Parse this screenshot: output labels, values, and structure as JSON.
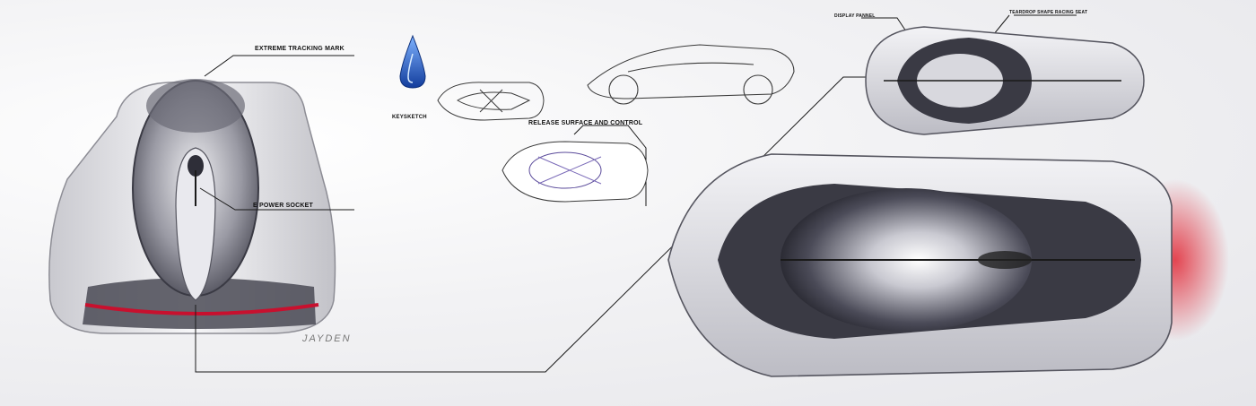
{
  "callouts": {
    "extreme_tracking_mark": "EXTREME TRACKING MARK",
    "e_power_socket": "E POWER SOCKET",
    "keysketch": "KEYSKETCH",
    "release_surface": "RELEASE SURFACE AND CONTROL",
    "display_pannel": "DISPLAY PANNEL",
    "teardrop_seat": "TEARDROP SHAPE RACING SEAT"
  },
  "signature": "JAYDEN",
  "colors": {
    "background": "#f2f2f4",
    "body_silver": "#dcdce0",
    "cockpit_dark": "#3a3a44",
    "tail_light": "#c8102e",
    "keysketch_blue": "#1e4fb8",
    "line_ink": "#1a1a1a"
  }
}
